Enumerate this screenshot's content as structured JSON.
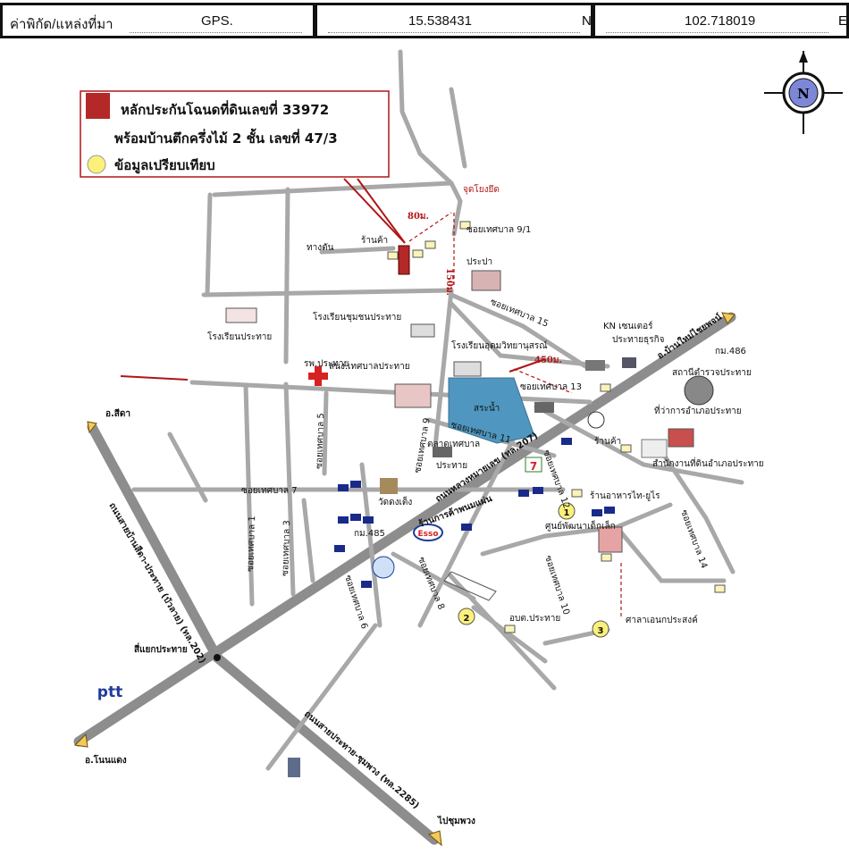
{
  "header": {
    "source_label": "ค่าพิกัด/แหล่งที่มา",
    "source_value": "GPS.",
    "lat_value": "15.538431",
    "lat_suffix": "N",
    "lon_value": "102.718019",
    "lon_suffix": "E"
  },
  "legend": {
    "line1": "หลักประกันโฉนดที่ดินเลขที่ 33972",
    "line2": "พร้อมบ้านตึกครึ่งไม้ 2 ชั้น เลขที่ 47/3",
    "line3": "ข้อมูลเปรียบเทียบ",
    "collateral_color": "#b52828",
    "comparable_color": "#fbf17a"
  },
  "compass": {
    "letter": "N"
  },
  "map": {
    "colors": {
      "road": "#a6a6a6",
      "road_dark": "#8a8a8a",
      "accent_red": "#b01515",
      "water": "#4f97c0"
    },
    "labels": {
      "anchor": "จุดโยงยึด",
      "dist_80": "80ม.",
      "dist_150": "150ม.",
      "dist_450": "450ม.",
      "soi_9_1": "ซอยเทศบาล 9/1",
      "dead_end": "ทางตัน",
      "shop1": "ร้านค้า",
      "water_supply": "ประปา",
      "soi_15": "ซอยเทศบาล 15",
      "school_chumchon": "โรงเรียนชุมชนประทาย",
      "school_prathai": "โรงเรียนประทาย",
      "school_udom": "โรงเรียนอุดมวิทยานุสรณ์",
      "hospital": "รพ.ประทาย",
      "municipal_office": "สนง.เทศบาลประทาย",
      "pond": "สระน้ำ",
      "soi_13": "ซอยเทศบาล 13",
      "kn_center": "KN เซนเตอร์",
      "prathai_business": "ประทายธุรกิจ",
      "to_ban_mai": "อ.บ้านใหม่ไชยพจน์",
      "km486": "กม.486",
      "police": "สถานีตำรวจประทาย",
      "district_office": "ที่ว่าการอำเภอประทาย",
      "shop2": "ร้านค้า",
      "land_office": "สำนักงานที่ดินอำเภอประทาย",
      "to_sikhio": "อ.สีดา",
      "soi_11": "ซอยเทศบาล 11",
      "market": "ตลาดเทศบาล",
      "prathai": "ประทาย",
      "soi_9": "ซอยเทศบาล 9",
      "highway_207": "ถนนหลวงหมายเลข (ทล.207)",
      "soi_7": "ซอยเทศบาล 7",
      "soi_5": "ซอยเทศบาล 5",
      "soi_1": "ซอยเทศบาล 1",
      "soi_3": "ซอยเทศบาล 3",
      "wat": "วัดดงเต็ง",
      "rice_mill": "ร้านการค้าพนมแผ่น",
      "soi_12": "ซอยเทศบาล 12",
      "restaurant": "ร้านอาหารไท-ยูไร",
      "childcare": "ศูนย์พัฒนาเด็กเล็ก",
      "km485": "กม.485",
      "soi_14": "ซอยเทศบาล 14",
      "soi_8": "ซอยเทศบาล 8",
      "soi_10": "ซอยเทศบาล 10",
      "soi_6": "ซอยเทศบาล 6",
      "road_202": "ถนนสายบ้านสีดา-ประทาย (บัวลาย) (ทล.202)",
      "intersection": "สี่แยกประทาย",
      "sao": "อบต.ประทาย",
      "shrine": "ศาลาเอนกประสงค์",
      "ptt": "ptt",
      "to_non_daeng": "อ.โนนแดง",
      "road_2285": "ถนนสายประทาย-ชุมพวง (ทล.2285)",
      "to_chum_phuang": "ไปชุมพวง",
      "esso": "Esso",
      "seven": "7"
    },
    "comparables": [
      "1",
      "2",
      "3"
    ]
  }
}
